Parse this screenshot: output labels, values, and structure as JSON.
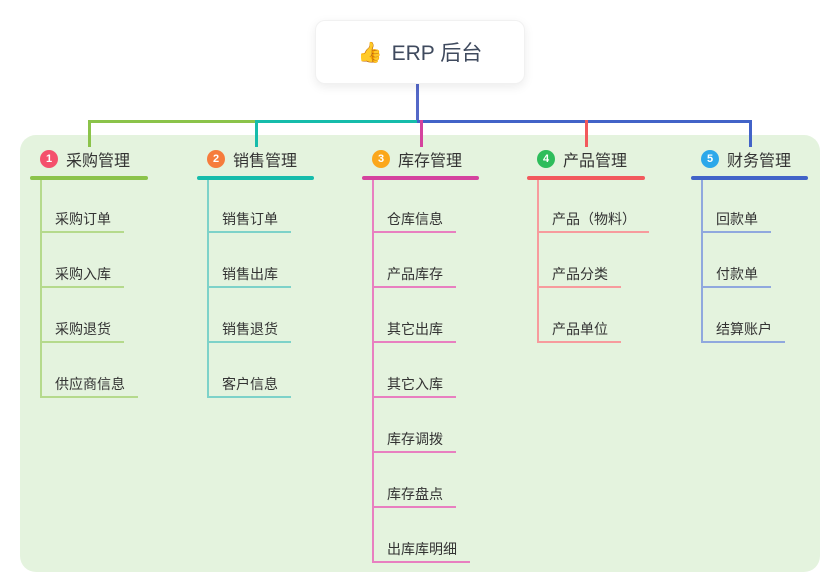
{
  "root": {
    "icon": "👍",
    "label": "ERP 后台"
  },
  "colors": {
    "canvas_bg": "#e4f3de",
    "stem": "#5468c8",
    "root_text": "#3f4a5e",
    "item_text": "#333333"
  },
  "branches": [
    {
      "id": "purchase",
      "badge": "1",
      "badge_color": "#f4506c",
      "label": "采购管理",
      "color": "#8bc34a",
      "light_color": "#b5da8c",
      "children": [
        "采购订单",
        "采购入库",
        "采购退货",
        "供应商信息"
      ]
    },
    {
      "id": "sales",
      "badge": "2",
      "badge_color": "#f67c3c",
      "label": "销售管理",
      "color": "#16bcab",
      "light_color": "#7dd2c9",
      "children": [
        "销售订单",
        "销售出库",
        "销售退货",
        "客户信息"
      ]
    },
    {
      "id": "inventory",
      "badge": "3",
      "badge_color": "#fba71b",
      "label": "库存管理",
      "color": "#d4439e",
      "light_color": "#e87fc0",
      "children": [
        "仓库信息",
        "产品库存",
        "其它出库",
        "其它入库",
        "库存调拨",
        "库存盘点",
        "出库库明细"
      ]
    },
    {
      "id": "product",
      "badge": "4",
      "badge_color": "#2ebd5b",
      "label": "产品管理",
      "color": "#f2595d",
      "light_color": "#f79b9d",
      "children": [
        "产品（物料）",
        "产品分类",
        "产品单位"
      ]
    },
    {
      "id": "finance",
      "badge": "5",
      "badge_color": "#2ca8ea",
      "label": "财务管理",
      "color": "#4263c8",
      "light_color": "#90a8de",
      "children": [
        "回款单",
        "付款单",
        "结算账户"
      ]
    }
  ]
}
